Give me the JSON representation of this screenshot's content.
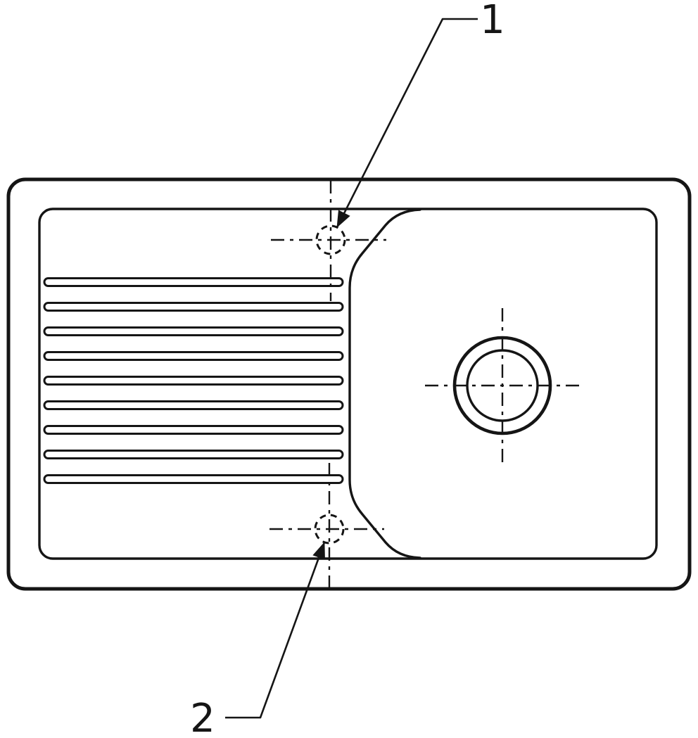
{
  "diagram": {
    "type": "technical-drawing",
    "subject": "kitchen sink top view with drainer, bowl and tap-hole callouts",
    "background": "#ffffff",
    "line_color": "#151515",
    "callouts": [
      {
        "label": "1"
      },
      {
        "label": "2"
      }
    ]
  }
}
